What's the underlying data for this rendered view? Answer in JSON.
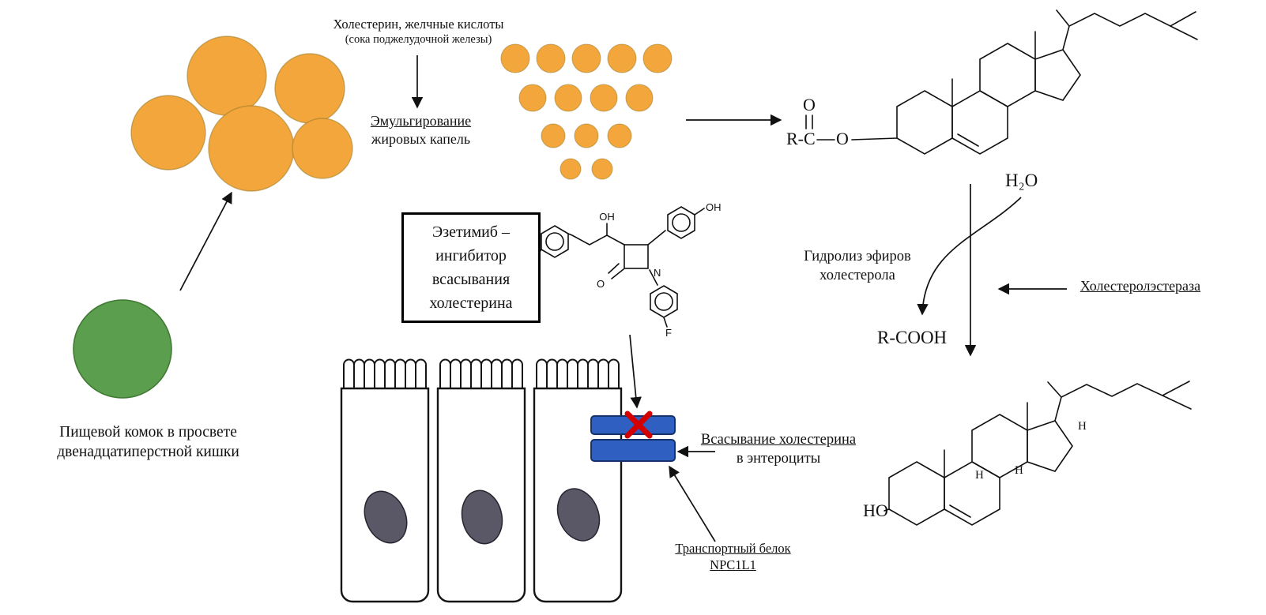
{
  "labels": {
    "bile_acids": {
      "line1": "Холестерин, желчные кислоты",
      "line2": "(сока поджелудочной железы)"
    },
    "emulsification": {
      "line1": "Эмульгирование",
      "line2": "жировых капель"
    },
    "food_bolus": {
      "line1": "Пищевой комок в просвете",
      "line2": "двенадцатиперстной кишки"
    },
    "hydrolysis": {
      "line1": "Гидролиз эфиров",
      "line2": "холестерола"
    },
    "water": "H₂O",
    "fatty_acid": "R-COOH",
    "esterase": "Холестеролэстераза",
    "absorption": {
      "line1": "Всасывание холестерина",
      "line2": "в энтероциты"
    },
    "transporter": {
      "line1": "Транспортный белок",
      "line2": "NPC1L1"
    },
    "ezetimibe_box": {
      "line1": "Эзетимиб –",
      "line2": "ингибитор",
      "line3": "всасывания",
      "line4": "холестерина"
    }
  },
  "molecule_labels": {
    "ester": {
      "rc": "R-C",
      "carbonyl_o": "O",
      "ester_o": "O"
    },
    "cholesterol": {
      "hydroxyl": "HO",
      "hydrogen": "H"
    },
    "ezetimibe": {
      "hydroxyl": "OH",
      "carbonyl_o": "O",
      "nitrogen": "N",
      "fluorine": "F"
    }
  },
  "colors": {
    "fat_droplet": "#F2A63C",
    "food_bolus": "#5B9E4D",
    "transporter": "#2E5FC1",
    "block_cross": "#D40000",
    "nucleus": "#5A5866"
  },
  "icons": {
    "block_cross": "x-mark"
  }
}
